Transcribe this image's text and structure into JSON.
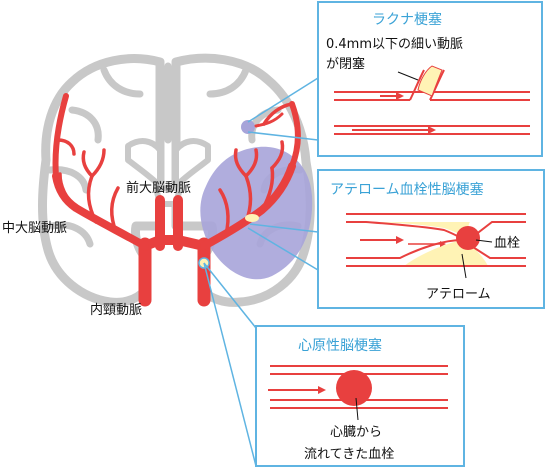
{
  "labels": {
    "anterior_cerebral_artery": "前大脳動脈",
    "middle_cerebral_artery": "中大脳動脈",
    "internal_carotid_artery": "内頸動脈"
  },
  "lacunar": {
    "title": "ラクナ梗塞",
    "note_line1": "0.4mm以下の細い動脈",
    "note_line2": "が閉塞"
  },
  "atherothrombotic": {
    "title": "アテローム血栓性脳梗塞",
    "thrombus_label": "血栓",
    "atheroma_label": "アテローム"
  },
  "cardioembolic": {
    "title": "心原性脳梗塞",
    "note_line1": "心臓から",
    "note_line2": "流れてきた血栓"
  },
  "colors": {
    "artery": "#e8403f",
    "cortex_outline": "#c8c8c8",
    "infarct_area": "#a7a4d9",
    "atheroma": "#fff3b5",
    "box_border": "#5fb4e2",
    "title_text": "#3aa2d6"
  }
}
